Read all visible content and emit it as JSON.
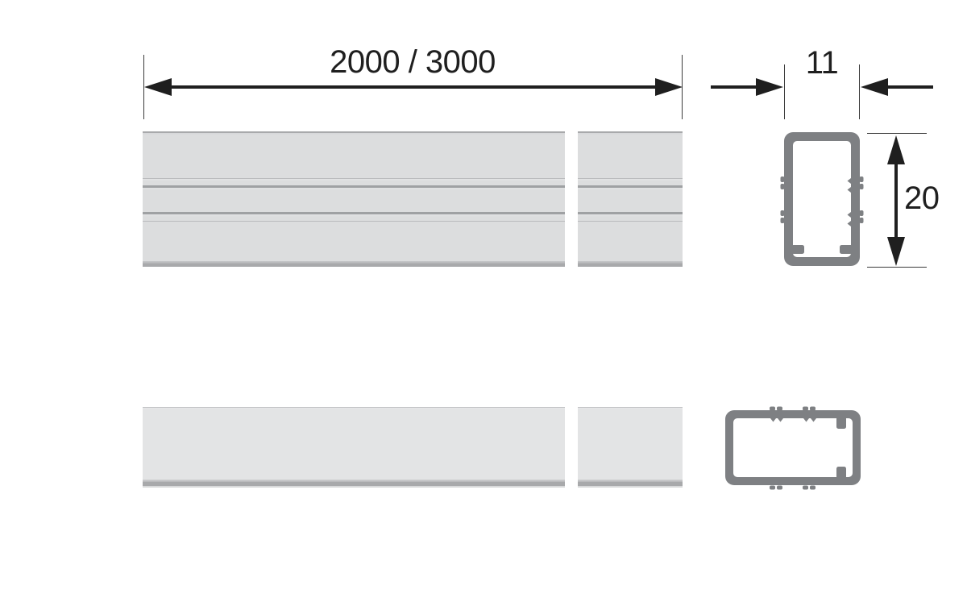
{
  "dimensions": {
    "length": {
      "label": "2000 / 3000"
    },
    "width": {
      "label": "11"
    },
    "height": {
      "label": "20"
    }
  },
  "colors": {
    "background": "#ffffff",
    "ink": "#1f1f1f",
    "thin_line": "#3a3a3a",
    "section_gray": "#7e8083",
    "bar_fill": "#dcddde",
    "bar_fill_light": "#e3e4e5",
    "bar_edge": "#a8a9ab",
    "groove_dark": "#9fa1a3",
    "groove_light": "#babbbd"
  }
}
